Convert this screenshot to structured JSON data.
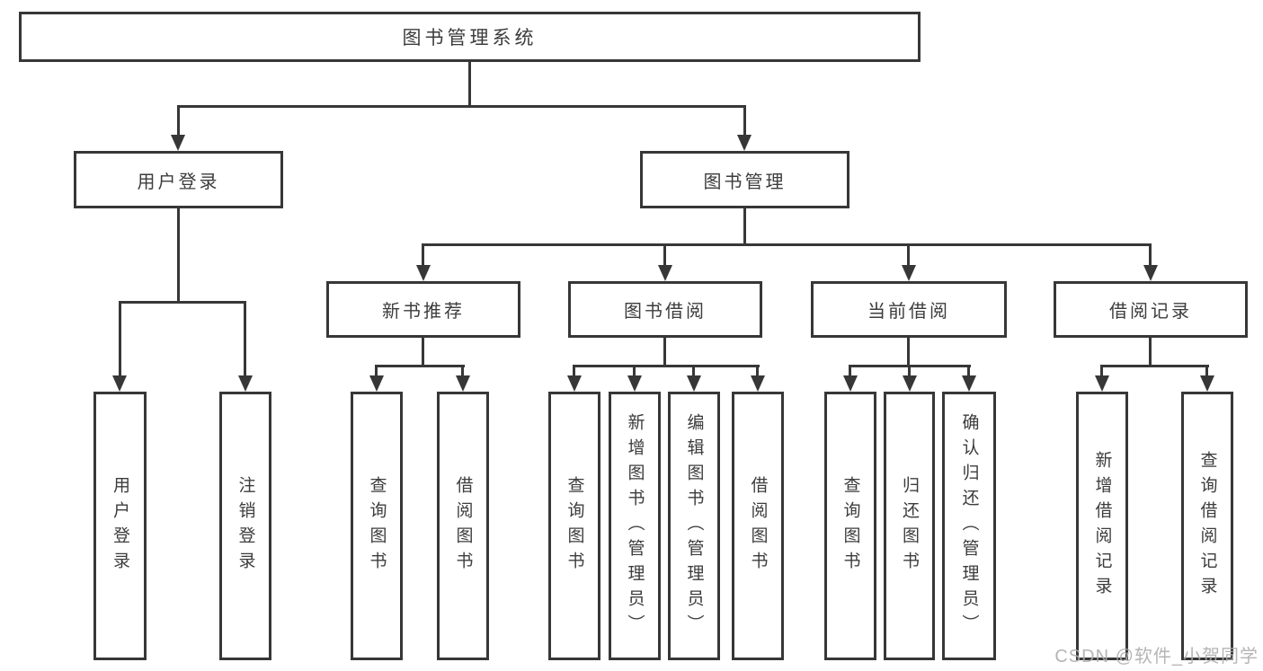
{
  "colors": {
    "line": "#373737",
    "text": "#3c3c3c",
    "background": "#ffffff",
    "watermark": "#adadad"
  },
  "diagram": {
    "root": "图书管理系统",
    "level2": {
      "user": "用户登录",
      "book": "图书管理"
    },
    "modules": [
      "新书推荐",
      "图书借阅",
      "当前借阅",
      "借阅记录"
    ],
    "leaves": {
      "user": [
        "用户登录",
        "注销登录"
      ],
      "recommend": [
        "查询图书",
        "借阅图书"
      ],
      "borrow": [
        "查询图书",
        "新增图书（管理员）",
        "编辑图书（管理员）",
        "借阅图书"
      ],
      "current": [
        "查询图书",
        "归还图书",
        "确认归还（管理员）"
      ],
      "records": [
        "新增借阅记录",
        "查询借阅记录"
      ]
    }
  },
  "watermark": "CSDN @软件_小贺同学"
}
